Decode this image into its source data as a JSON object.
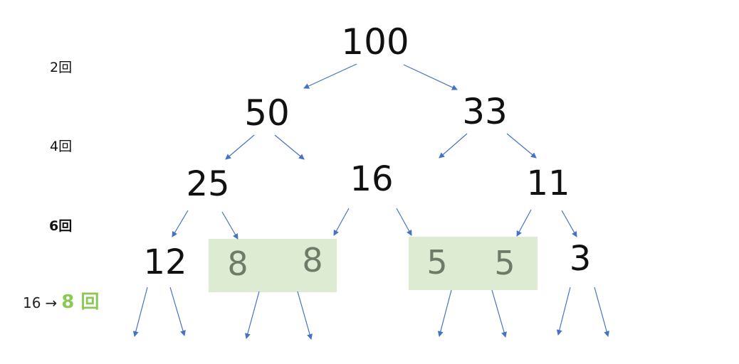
{
  "tree": {
    "level0": [
      "100"
    ],
    "level1": [
      "50",
      "33"
    ],
    "level2": [
      "25",
      "16",
      "11"
    ],
    "level3": [
      "12",
      "8",
      "8",
      "5",
      "5",
      "3"
    ]
  },
  "row_labels": [
    "2回",
    "4回",
    "6回"
  ],
  "summary": {
    "from": "16",
    "arrow": "→",
    "result": "8 回"
  },
  "colors": {
    "arrow": "#4472c4",
    "highlight": "#dcebd2",
    "result_text": "#8cc856",
    "faded_number": "#6e7b69"
  }
}
